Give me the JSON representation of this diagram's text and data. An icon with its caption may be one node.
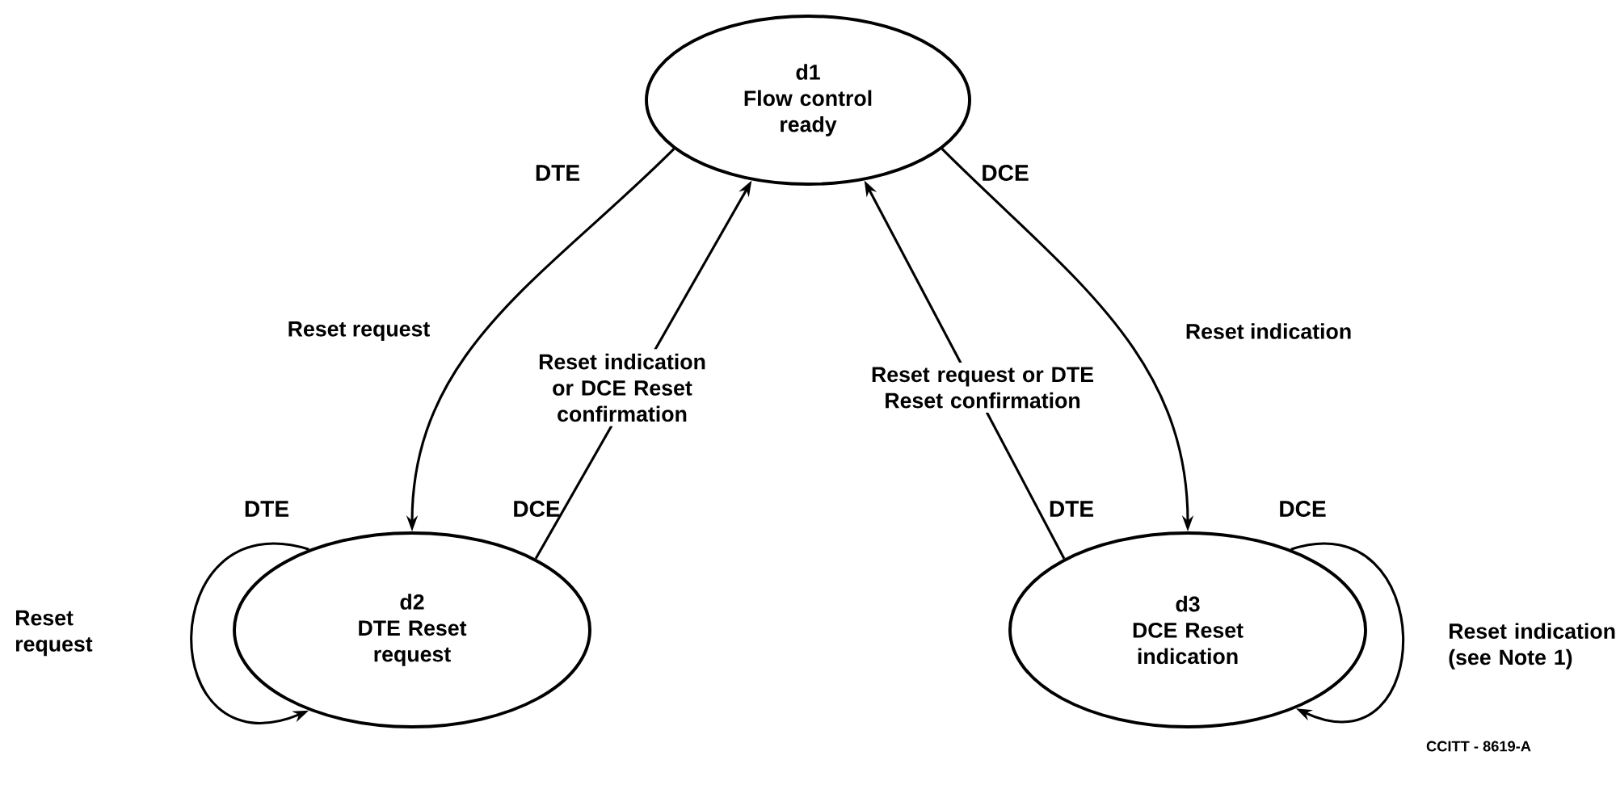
{
  "diagram": {
    "nodes": [
      {
        "text": [
          "d1",
          "Flow control ready"
        ]
      },
      {
        "text": [
          "d2",
          "DTE Reset request"
        ]
      },
      {
        "text": [
          "d3",
          "DCE Reset indication"
        ]
      }
    ],
    "edges": [
      {
        "from": 0,
        "to": 1,
        "arrow": "to",
        "label": "Reset request"
      },
      {
        "from": 1,
        "to": 0,
        "arrow": "to",
        "label": "Reset indication or DCE Reset confirmation"
      },
      {
        "from": 2,
        "to": 0,
        "arrow": "to",
        "label": "Reset request or DTE Reset confirmation"
      },
      {
        "from": 0,
        "to": 2,
        "arrow": "to",
        "label": "Reset indication"
      },
      {
        "from": 1,
        "to": 1,
        "arrow": "to",
        "label": "Reset request"
      },
      {
        "from": 2,
        "to": 2,
        "arrow": "to",
        "label": "Reset indication (see Note 1)"
      }
    ],
    "labels": [
      "DTE",
      "DCE",
      "DTE",
      "DCE",
      "DTE",
      "DCE",
      "CCITT - 8619-A"
    ]
  }
}
